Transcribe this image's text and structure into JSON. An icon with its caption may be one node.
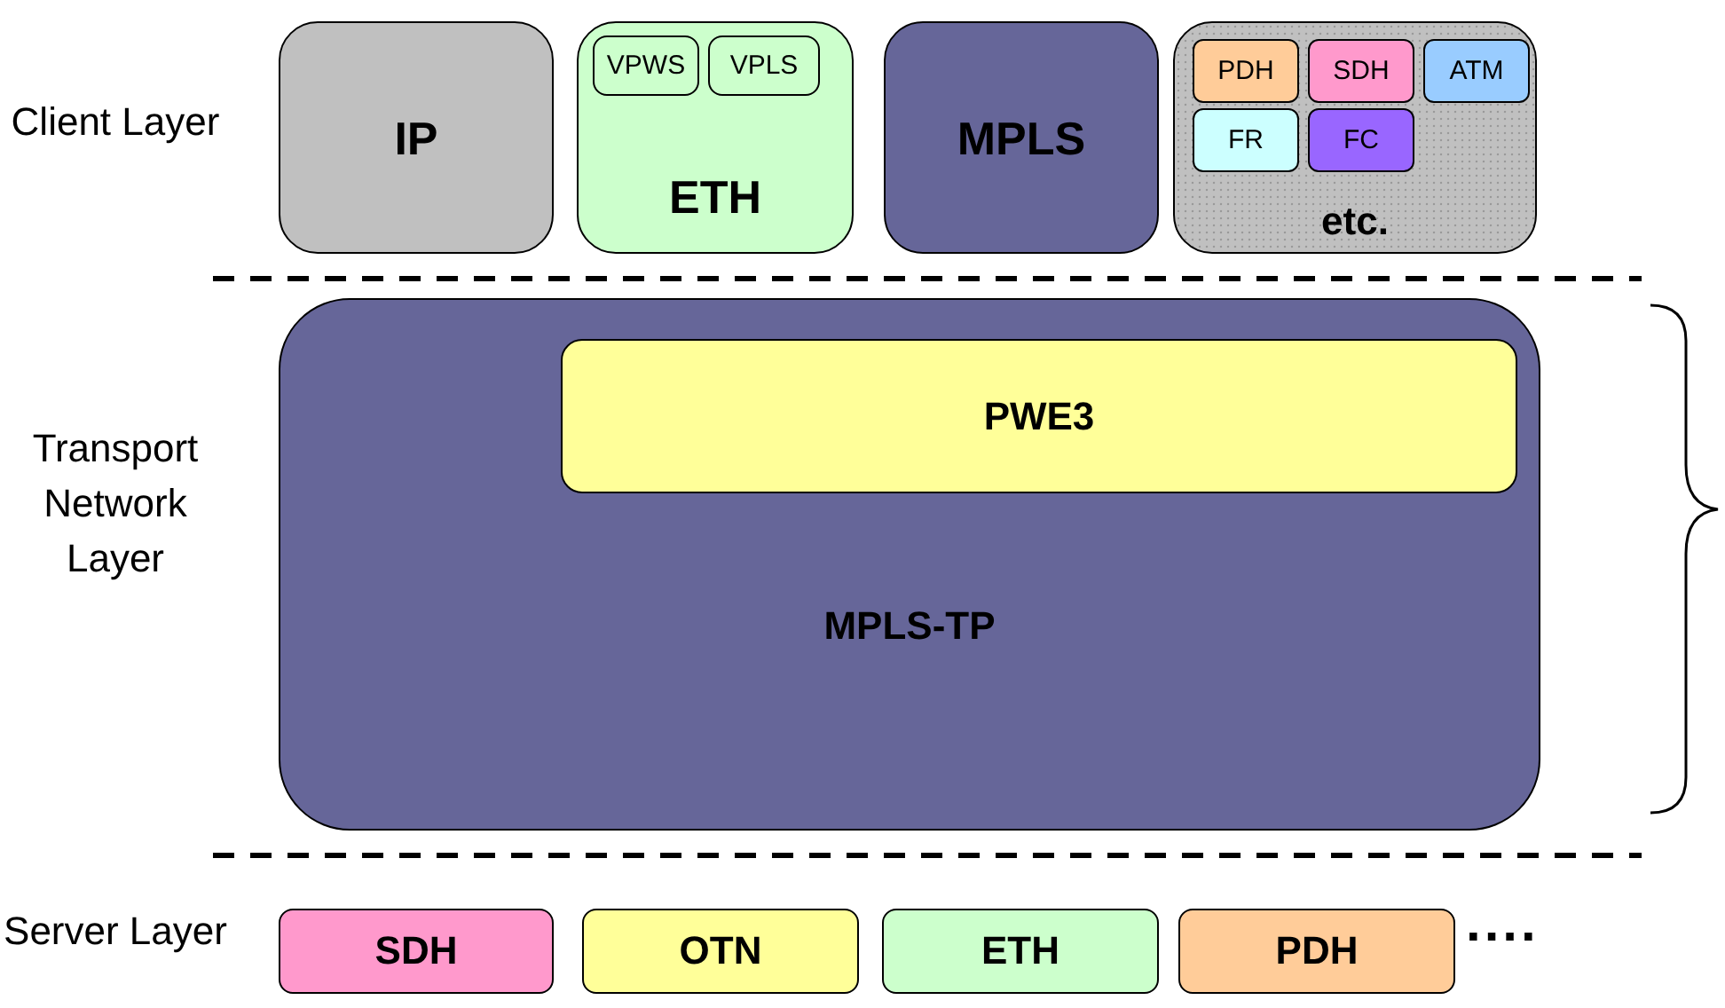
{
  "diagram": {
    "nodes": [
      {
        "text": [
          "IP"
        ]
      },
      {
        "text": [
          "ETH"
        ]
      },
      {
        "text": [
          "VPWS"
        ],
        "in": 1
      },
      {
        "text": [
          "VPLS"
        ],
        "in": 1
      },
      {
        "text": [
          "MPLS"
        ]
      },
      {
        "text": [
          "etc."
        ]
      },
      {
        "text": [
          "PDH"
        ],
        "in": 5
      },
      {
        "text": [
          "SDH"
        ],
        "in": 5
      },
      {
        "text": [
          "ATM"
        ],
        "in": 5
      },
      {
        "text": [
          "FR"
        ],
        "in": 5
      },
      {
        "text": [
          "FC"
        ],
        "in": 5
      },
      {
        "text": [
          "MPLS-TP"
        ]
      },
      {
        "text": [
          "PWE3"
        ],
        "in": 11
      },
      {
        "text": [
          "SDH"
        ]
      },
      {
        "text": [
          "OTN"
        ]
      },
      {
        "text": [
          "ETH"
        ]
      },
      {
        "text": [
          "PDH"
        ]
      }
    ],
    "edges": [],
    "labels": [
      "Client Layer",
      "Transport Network Layer",
      "Server Layer",
      "...."
    ]
  }
}
